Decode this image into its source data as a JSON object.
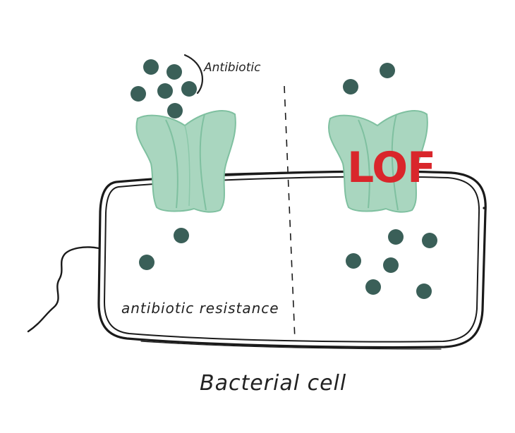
{
  "labels": {
    "antibiotic": "Antibiotic",
    "antibiotic_resistance": "antibiotic resistance",
    "bacterial_cell": "Bacterial cell",
    "lof": "LOF"
  },
  "colors": {
    "molecule": "#3a5f58",
    "channel_fill": "#a9d6bf",
    "channel_stroke": "#7fc0a0",
    "membrane": "#1a1a1a",
    "lof_text": "#d9262b",
    "ink": "#222222"
  },
  "icons": {
    "left_channel": "membrane-channel-icon",
    "right_channel": "membrane-channel-icon",
    "molecule": "antibiotic-molecule-icon"
  }
}
